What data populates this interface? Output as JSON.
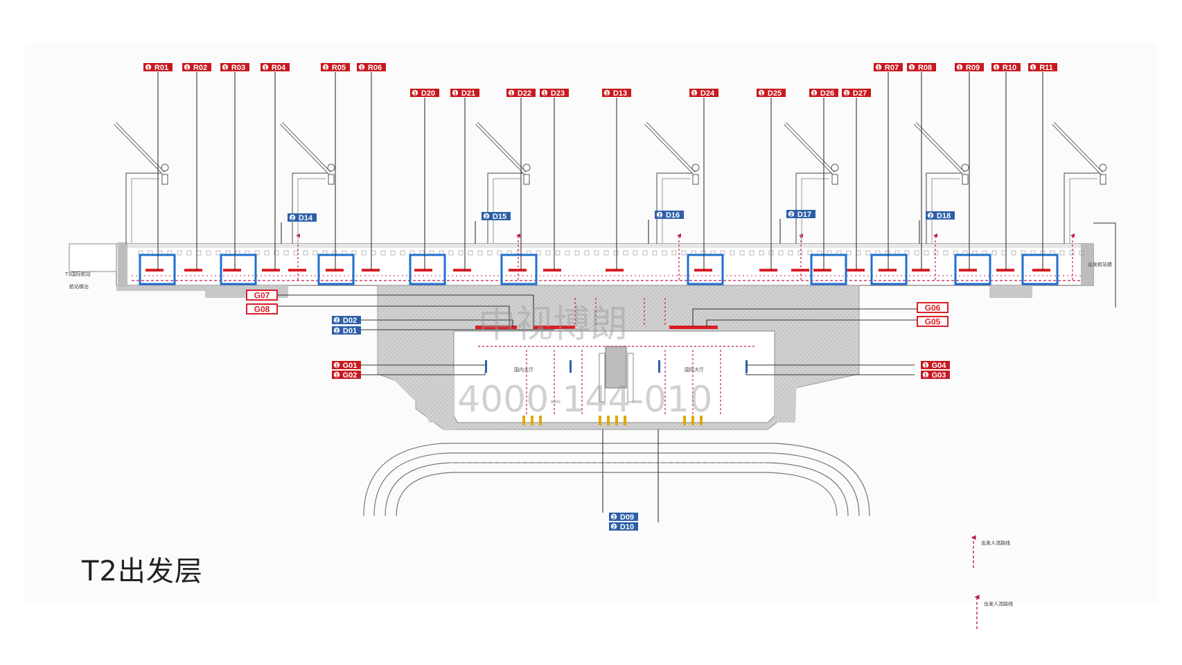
{
  "page_title": "T2出发层",
  "colors": {
    "red_tag": "#c8191f",
    "blue_tag": "#2d5fa8",
    "blue_box": "#1f6fcf",
    "flow_line": "#c2185b",
    "floor_gray": "#cfcfcf"
  },
  "tags_top_red": {
    "R01": {
      "num": "1",
      "code": "R01"
    },
    "R02": {
      "num": "1",
      "code": "R02"
    },
    "R03": {
      "num": "1",
      "code": "R03"
    },
    "R04": {
      "num": "1",
      "code": "R04"
    },
    "R05": {
      "num": "1",
      "code": "R05"
    },
    "R06": {
      "num": "1",
      "code": "R06"
    },
    "R07": {
      "num": "1",
      "code": "R07"
    },
    "R08": {
      "num": "1",
      "code": "R08"
    },
    "R09": {
      "num": "1",
      "code": "R09"
    },
    "R10": {
      "num": "1",
      "code": "R10"
    },
    "R11": {
      "num": "1",
      "code": "R11"
    },
    "D20": {
      "num": "1",
      "code": "D20"
    },
    "D21": {
      "num": "1",
      "code": "D21"
    },
    "D22": {
      "num": "1",
      "code": "D22"
    },
    "D23": {
      "num": "1",
      "code": "D23"
    },
    "D13": {
      "num": "1",
      "code": "D13"
    },
    "D24": {
      "num": "1",
      "code": "D24"
    },
    "D25": {
      "num": "1",
      "code": "D25"
    },
    "D26": {
      "num": "1",
      "code": "D26"
    },
    "D27": {
      "num": "1",
      "code": "D27"
    }
  },
  "tags_blue": {
    "D14": {
      "num": "2",
      "code": "D14"
    },
    "D15": {
      "num": "2",
      "code": "D15"
    },
    "D16": {
      "num": "2",
      "code": "D16"
    },
    "D17": {
      "num": "2",
      "code": "D17"
    },
    "D18": {
      "num": "2",
      "code": "D18"
    },
    "D02": {
      "num": "2",
      "code": "D02"
    },
    "D01": {
      "num": "2",
      "code": "D01"
    },
    "D09": {
      "num": "2",
      "code": "D09"
    },
    "D10": {
      "num": "2",
      "code": "D10"
    }
  },
  "tags_outline_red": {
    "G07": "G07",
    "G08": "G08",
    "G06": "G06",
    "G05": "G05"
  },
  "tags_g_red": {
    "G01": {
      "num": "1",
      "code": "G01"
    },
    "G02": {
      "num": "1",
      "code": "G02"
    },
    "G04": {
      "num": "1",
      "code": "G04"
    },
    "G03": {
      "num": "1",
      "code": "G03"
    }
  },
  "floor_labels": {
    "left_a": "T3国际航站",
    "left_b": "航站楼出",
    "right": "出发航站楼",
    "hall_left": "国内大厅",
    "hall_right": "国际大厅"
  },
  "legend": {
    "item1": "出发人流路线",
    "item2": "出发人流路线"
  },
  "watermark": {
    "line1": "中视博朗",
    "line2": "4000-144-010"
  }
}
